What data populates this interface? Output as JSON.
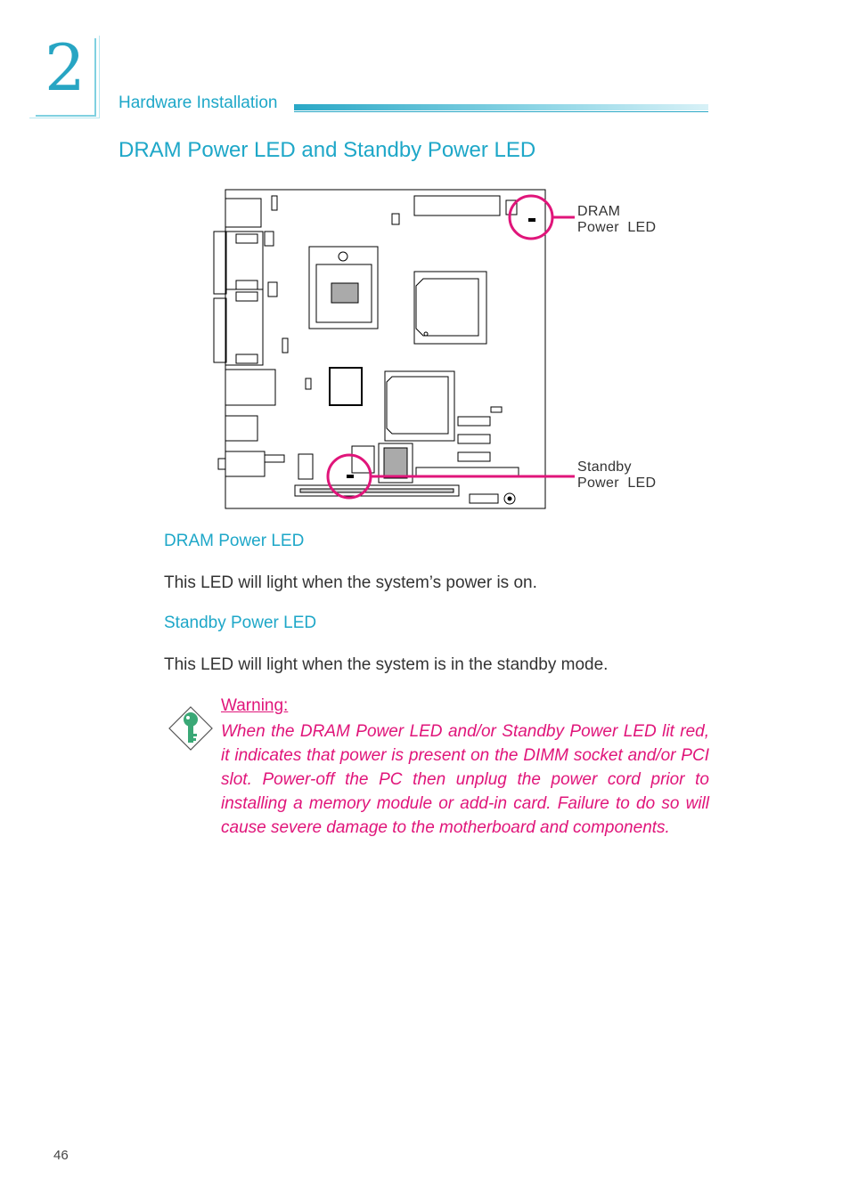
{
  "chapter": {
    "number": "2",
    "section": "Hardware Installation"
  },
  "page_title": "DRAM Power LED and Standby Power LED",
  "diagram": {
    "callouts": {
      "dram": {
        "line1": "DRAM",
        "line2": "Power  LED"
      },
      "standby": {
        "line1": "Standby",
        "line2": "Power  LED"
      }
    },
    "highlight_color": "#e0157a"
  },
  "sections": {
    "dram": {
      "heading": "DRAM Power LED",
      "text": "This LED will light when the system’s power is on."
    },
    "standby": {
      "heading": "Standby Power LED",
      "text": "This LED will light when the system is in the standby mode."
    }
  },
  "warning": {
    "title": "Warning:",
    "text": "When the DRAM Power LED and/or Standby Power LED lit red, it indicates that power is present on the DIMM socket and/or PCI slot. Power-off the PC then unplug the power cord prior to installing a memory module or add-in card. Failure to do so will cause severe damage to the motherboard and components.",
    "icon": "key-icon"
  },
  "page_number": "46",
  "colors": {
    "accent": "#1ea7c8",
    "warning": "#e0157a",
    "text": "#333333"
  }
}
